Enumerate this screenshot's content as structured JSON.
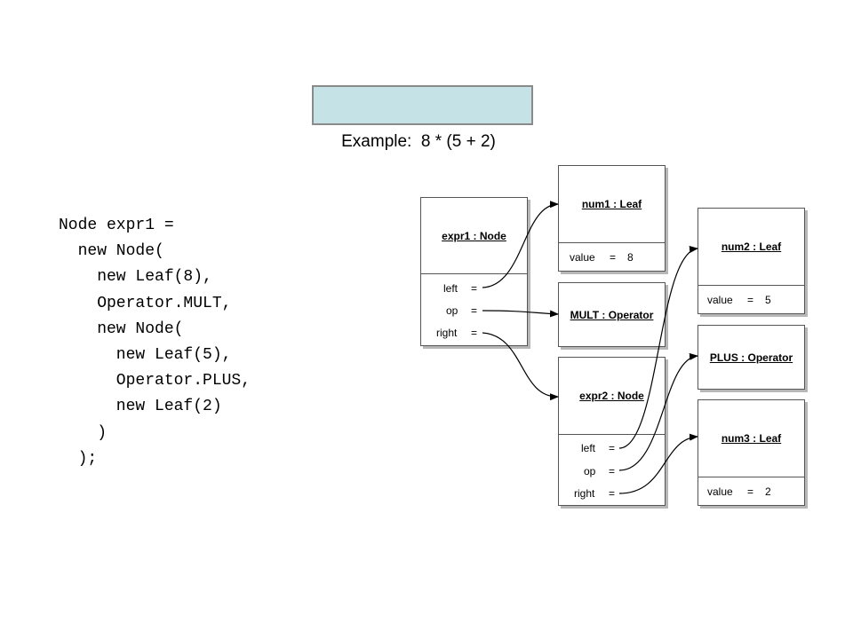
{
  "example": {
    "label": "Example:  8 * (5 + 2)"
  },
  "code": {
    "lines": [
      "Node expr1 =",
      "  new Node(",
      "    new Leaf(8),",
      "    Operator.MULT,",
      "    new Node(",
      "      new Leaf(5),",
      "      Operator.PLUS,",
      "      new Leaf(2)",
      "    )",
      "  );"
    ]
  },
  "objects": {
    "expr1": {
      "title": "expr1 : Node",
      "fields": [
        "left",
        "op",
        "right"
      ],
      "eq": "="
    },
    "num1": {
      "title": "num1 : Leaf",
      "field": "value",
      "eq": "=",
      "value": "8"
    },
    "mult": {
      "title": "MULT : Operator"
    },
    "expr2": {
      "title": "expr2 : Node",
      "fields": [
        "left",
        "op",
        "right"
      ],
      "eq": "="
    },
    "num2": {
      "title": "num2 : Leaf",
      "field": "value",
      "eq": "=",
      "value": "5"
    },
    "plus": {
      "title": "PLUS : Operator"
    },
    "num3": {
      "title": "num3 : Leaf",
      "field": "value",
      "eq": "=",
      "value": "2"
    }
  },
  "colors": {
    "example_fill": "#c5e2e7",
    "box_border": "#555555",
    "shadow": "#b7b7b7"
  }
}
